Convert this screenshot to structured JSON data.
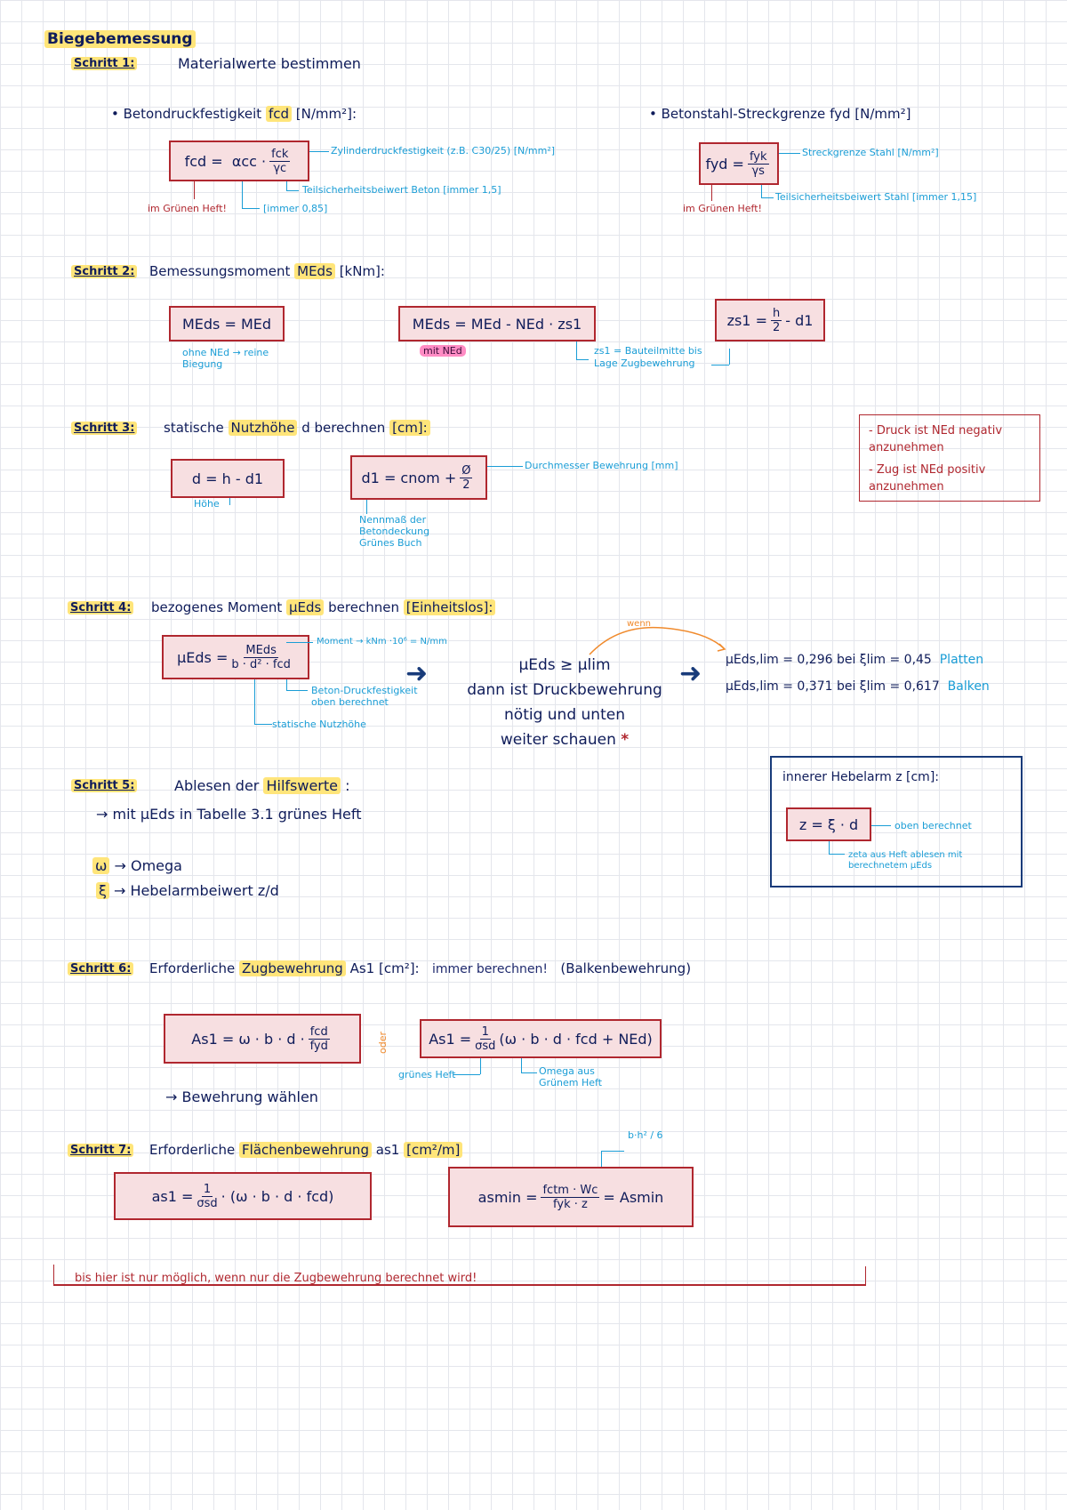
{
  "title": "Biegebemessung",
  "s1": {
    "step": "Schritt 1:",
    "head": "Materialwerte bestimmen",
    "fcd_label": "• Betondruckfestigkeit",
    "fcd_sym": "fcd",
    "fcd_unit": "[N/mm²]:",
    "fcd_formula_lhs": "fcd =",
    "fcd_formula_mid": "αcc ·",
    "fcd_num": "fck",
    "fcd_den": "γc",
    "fcd_note1": "Zylinderdruckfestigkeit (z.B. C30/25) [N/mm²]",
    "fcd_note2": "Teilsicherheitsbeiwert Beton [immer 1,5]",
    "fcd_note3": "[immer 0,85]",
    "fcd_note4": "im Grünen Heft!",
    "fyd_label": "• Betonstahl-Streckgrenze",
    "fyd_sym": "fyd",
    "fyd_unit": "[N/mm²]",
    "fyd_lhs": "fyd =",
    "fyd_num": "fyk",
    "fyd_den": "γs",
    "fyd_note1": "Streckgrenze Stahl [N/mm²]",
    "fyd_note2": "Teilsicherheitsbeiwert Stahl [immer 1,15]",
    "fyd_note3": "im Grünen Heft!"
  },
  "s2": {
    "step": "Schritt 2:",
    "head": "Bemessungsmoment",
    "sym": "MEds",
    "unit": "[kNm]:",
    "f1": "MEds = MEd",
    "f1_note": "ohne NEd → reine Biegung",
    "f2": "MEds = MEd - NEd · zs1",
    "f2_note": "mit NEd",
    "f3_lhs": "zs1 =",
    "f3_num": "h",
    "f3_den": "2",
    "f3_rhs": "- d1",
    "zs1_note": "zs1 = Bauteilmitte bis Lage Zugbewehrung"
  },
  "s3": {
    "step": "Schritt 3:",
    "head1": "statische",
    "head_hl": "Nutzhöhe",
    "head2": "d berechnen",
    "unit": "[cm]:",
    "f1": "d = h - d1",
    "f1_note": "Höhe",
    "f2_lhs": "d1 = cnom +",
    "f2_num": "Ø",
    "f2_den": "2",
    "f2_note1": "Durchmesser Bewehrung [mm]",
    "f2_note2": "Nennmaß der Betondeckung Grünes Buch",
    "side_note1": "- Druck ist NEd negativ anzunehmen",
    "side_note2": "- Zug ist NEd positiv anzunehmen"
  },
  "s4": {
    "step": "Schritt 4:",
    "head1": "bezogenes Moment",
    "sym": "μEds",
    "head2": "berechnen",
    "unit": "[Einheitslos]:",
    "f_lhs": "μEds =",
    "f_num": "MEds",
    "f_den": "b · d² · fcd",
    "note1": "Moment → kNm ·10⁶ = N/mm",
    "note2": "Beton-Druckfestigkeit oben berechnet",
    "note3": "statische Nutzhöhe",
    "cond1": "μEds ≥ μlim",
    "cond2": "dann ist Druckbewehrung",
    "cond3": "nötig und unten",
    "cond4": "weiter schauen",
    "star": "*",
    "orange": "wenn",
    "r1": "μEds,lim = 0,296 bei ξlim = 0,45",
    "r1_tag": "Platten",
    "r2": "μEds,lim = 0,371 bei ξlim = 0,617",
    "r2_tag": "Balken"
  },
  "s5": {
    "step": "Schritt 5:",
    "head1": "Ablesen der",
    "head_hl": "Hilfswerte",
    "line1": "→ mit μEds in Tabelle 3.1 grünes Heft",
    "w_sym": "ω",
    "w_txt": "→ Omega",
    "xi_sym": "ξ",
    "xi_txt": "→ Hebelarmbeiwert z/d",
    "box_head": "innerer Hebelarm z [cm]:",
    "box_f": "z = ξ · d",
    "box_note1": "oben berechnet",
    "box_note2": "zeta aus Heft ablesen mit berechnetem μEds"
  },
  "s6": {
    "step": "Schritt 6:",
    "head1": "Erforderliche",
    "head_hl": "Zugbewehrung",
    "head2": "As1",
    "unit": "[cm²]:",
    "always": "immer berechnen!",
    "paren": "(Balkenbewehrung)",
    "f1_lhs": "As1 = ω · b · d ·",
    "f1_num": "fcd",
    "f1_den": "fyd",
    "oder": "oder",
    "f2_lhs": "As1 =",
    "f2_num": "1",
    "f2_den": "σsd",
    "f2_rhs": "(ω · b · d · fcd + NEd)",
    "note1": "grünes Heft",
    "note2": "Omega aus Grünem Heft",
    "choose": "→ Bewehrung wählen"
  },
  "s7": {
    "step": "Schritt 7:",
    "head1": "Erforderliche",
    "head_hl": "Flächenbewehrung",
    "head2": "as1",
    "unit": "[cm²/m]",
    "f1_lhs": "as1 =",
    "f1_num": "1",
    "f1_den": "σsd",
    "f1_rhs": "· (ω · b · d · fcd)",
    "f2_lhs": "asmin =",
    "f2_num": "fctm · Wc",
    "f2_den": "fyk · z",
    "f2_rhs": "= Asmin",
    "wc": "b·h² / 6"
  },
  "footer": "bis hier ist nur möglich, wenn nur die Zugbewehrung berechnet wird!"
}
